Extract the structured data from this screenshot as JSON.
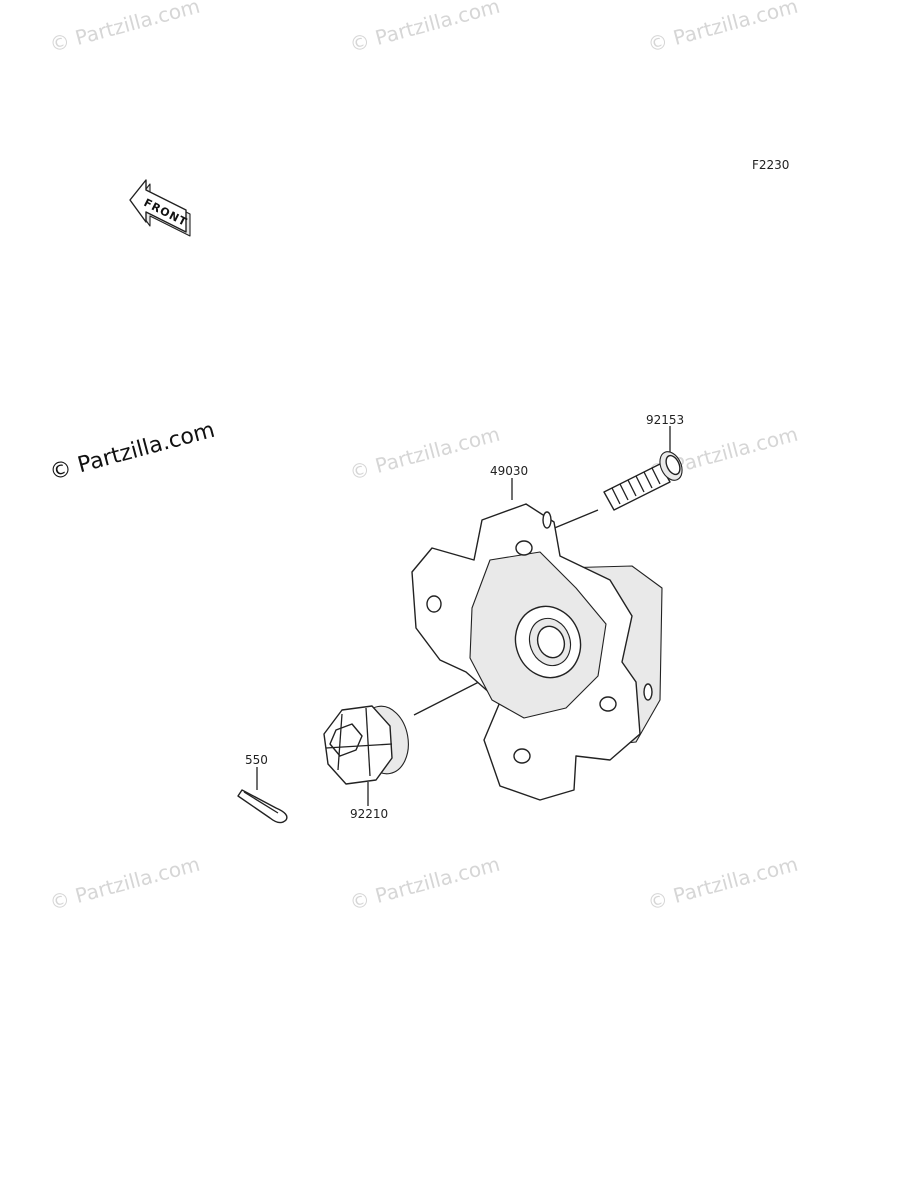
{
  "watermark": "© Partzilla.com",
  "diagram_code": "F2230",
  "front_label": "FRONT",
  "parts": [
    {
      "number": "92153",
      "name": "bolt"
    },
    {
      "number": "49030",
      "name": "hub"
    },
    {
      "number": "550",
      "name": "cotter-pin"
    },
    {
      "number": "92210",
      "name": "castle-nut"
    }
  ],
  "colors": {
    "line": "#222222",
    "watermark": "#d6d6d6",
    "background": "#ffffff"
  }
}
